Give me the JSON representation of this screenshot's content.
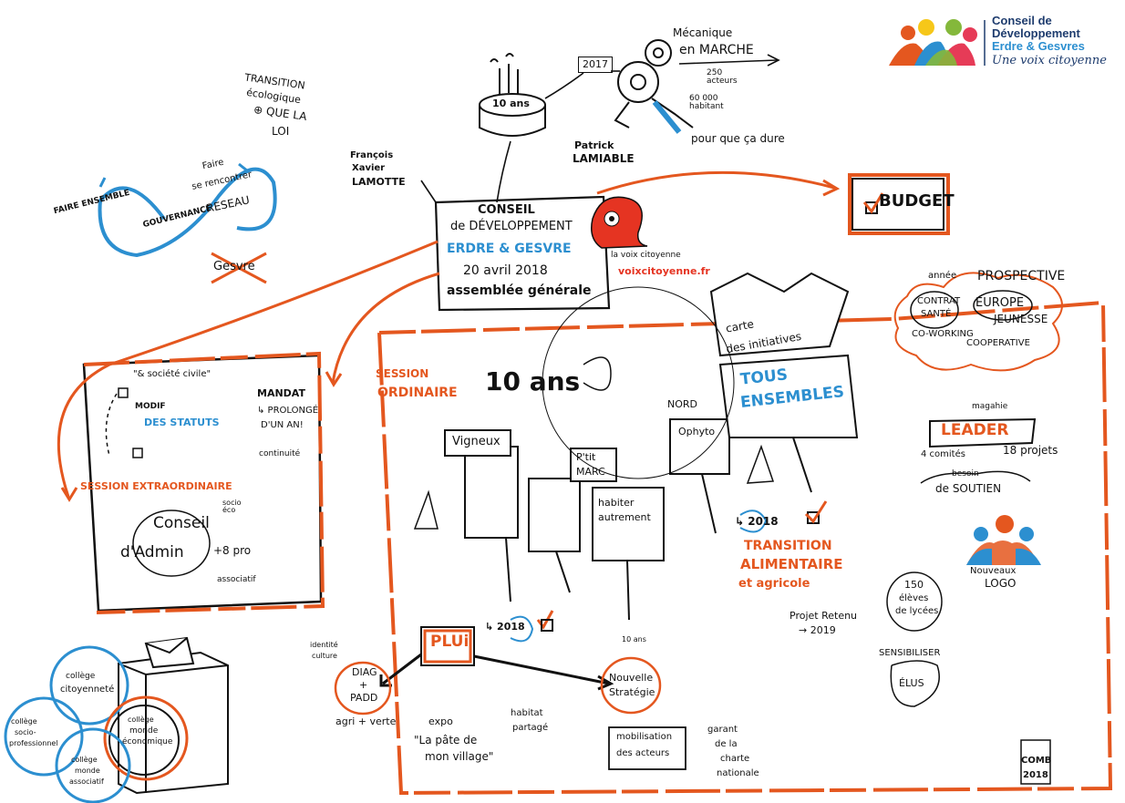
{
  "logo": {
    "line1": "Conseil de",
    "line2": "Développement",
    "line3": "Erdre & Gesvres",
    "tagline": "Une voix citoyenne",
    "colors": [
      "#e4571f",
      "#f6c719",
      "#2c8fd0",
      "#84b83b",
      "#e63b57"
    ]
  },
  "top": {
    "birthday": "10 ans",
    "year": "2017",
    "mecanique1": "Mécanique",
    "mecanique2": "en MARCHE",
    "acteurs": "250 acteurs",
    "habitants": "60 000 habitant",
    "pourquoi": "pour que ça dure",
    "patrick1": "Patrick",
    "patrick2": "LAMIABLE"
  },
  "left_top": {
    "transition1": "TRANSITION",
    "transition2": "écologique",
    "transition3": "⊕ QUE LA",
    "transition4": "LOI",
    "francois1": "François",
    "francois2": "Xavier",
    "francois3": "LAMOTTE",
    "faire_ensemble": "FAIRE ENSEMBLE",
    "gouvernance": "GOUVERNANCE",
    "faire_rencontrer1": "Faire",
    "faire_rencontrer2": "se rencontrer",
    "reseau": "RESEAU",
    "gesvres": "Gesvre"
  },
  "center_card": {
    "l1": "CONSEIL",
    "l2": "de DÉVELOPPEMENT",
    "l3": "ERDRE & GESVRE",
    "l4": "20 avril 2018",
    "l5": "assemblée générale",
    "mascot": "la voix citoyenne",
    "url": "voixcitoyenne.fr"
  },
  "budget": "BUDGET",
  "extra": {
    "societe": "\"& société civile\"",
    "modif1": "MODIF",
    "modif2": "DES STATUTS",
    "mandat": "MANDAT",
    "prolonge1": "↳ PROLONGÉ",
    "prolonge2": "D'UN AN!",
    "continuite": "continuité",
    "session": "SESSION EXTRAORDINAIRE",
    "conseil1": "Conseil",
    "conseil2": "d'Admin",
    "socio": "socio éco",
    "pro": "+8 pro",
    "associatif": "associatif"
  },
  "ordinaire": {
    "session1": "SESSION",
    "session2": "ORDINAIRE",
    "dix": "10 ans",
    "vigneux": "Vigneux",
    "ptit1": "P'tit",
    "ptit2": "MARC",
    "habiter1": "habiter",
    "habiter2": "autrement",
    "nord": "NORD",
    "ophyto": "Ophyto",
    "carte1": "carte",
    "carte2": "des initiatives",
    "tous1": "TOUS",
    "tous2": "ENSEMBLES",
    "y2018a": "↳ 2018",
    "transition1": "TRANSITION",
    "transition2": "ALIMENTAIRE",
    "transition3": "et agricole",
    "projet1": "Projet Retenu",
    "projet2": "→ 2019",
    "pmui": "PLUi",
    "y2018b": "↳ 2018",
    "diag1": "DIAG",
    "diag2": "+",
    "diag3": "PADD",
    "identite1": "identité",
    "identite2": "culture",
    "agri": "agri + verte",
    "expo": "expo",
    "pate1": "\"La pâte de",
    "pate2": "mon village\"",
    "habitat1": "habitat",
    "habitat2": "partagé",
    "dixans": "10 ans",
    "nouvelle1": "Nouvelle",
    "nouvelle2": "Stratégie",
    "mobilisation1": "mobilisation",
    "mobilisation2": "des acteurs",
    "garant1": "garant",
    "garant2": "de la",
    "garant3": "charte",
    "garant4": "nationale"
  },
  "right": {
    "annee": "année",
    "prospective": "PROSPECTIVE",
    "contrat1": "CONTRAT",
    "contrat2": "SANTÉ",
    "europe": "EUROPE",
    "jeunesse": "JEUNESSE",
    "coworking": "CO-WORKING",
    "cooperative": "COOPERATIVE",
    "magahie": "magahie",
    "leader": "LEADER",
    "comites": "4 comités",
    "projets": "18 projets",
    "besoin1": "besoin",
    "besoin2": "de SOUTIEN",
    "nouveau1": "Nouveaux",
    "nouveau2": "LOGO",
    "eleves1": "150",
    "eleves2": "élèves",
    "eleves3": "de lycées",
    "sensibiliser": "SENSIBILISER",
    "elus": "ÉLUS",
    "signature1": "COMB",
    "signature2": "2018"
  },
  "colleges": {
    "c1a": "collège",
    "c1b": "citoyenneté",
    "c2a": "collège",
    "c2b": "socio-",
    "c2c": "professionnel",
    "c3a": "collège",
    "c3b": "monde",
    "c3c": "économique",
    "c4a": "collège",
    "c4b": "monde",
    "c4c": "associatif"
  }
}
